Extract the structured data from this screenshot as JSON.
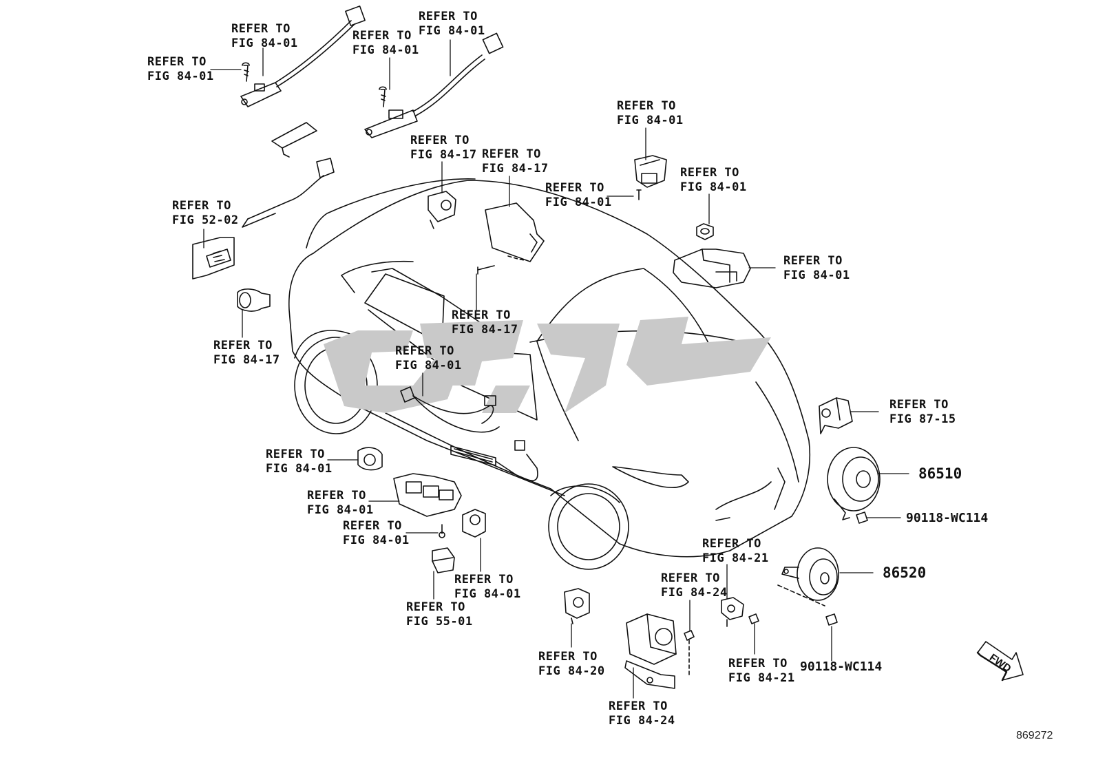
{
  "refs": [
    {
      "l1": "REFER TO",
      "l2": "FIG 84-01"
    },
    {
      "l1": "REFER TO",
      "l2": "FIG 84-01"
    },
    {
      "l1": "REFER TO",
      "l2": "FIG 84-01"
    },
    {
      "l1": "REFER TO",
      "l2": "FIG 84-01"
    },
    {
      "l1": "REFER TO",
      "l2": "FIG 84-17"
    },
    {
      "l1": "REFER TO",
      "l2": "FIG 84-17"
    },
    {
      "l1": "REFER TO",
      "l2": "FIG 84-01"
    },
    {
      "l1": "REFER TO",
      "l2": "FIG 84-01"
    },
    {
      "l1": "REFER TO",
      "l2": "FIG 84-01"
    },
    {
      "l1": "REFER TO",
      "l2": "FIG 52-02"
    },
    {
      "l1": "REFER TO",
      "l2": "FIG 84-01"
    },
    {
      "l1": "REFER TO",
      "l2": "FIG 84-17"
    },
    {
      "l1": "REFER TO",
      "l2": "FIG 84-17"
    },
    {
      "l1": "REFER TO",
      "l2": "FIG 84-01"
    },
    {
      "l1": "REFER TO",
      "l2": "FIG 87-15"
    },
    {
      "l1": "REFER TO",
      "l2": "FIG 84-01"
    },
    {
      "l1": "REFER TO",
      "l2": "FIG 84-01"
    },
    {
      "l1": "REFER TO",
      "l2": "FIG 84-01"
    },
    {
      "l1": "REFER TO",
      "l2": "FIG 84-21"
    },
    {
      "l1": "REFER TO",
      "l2": "FIG 84-01"
    },
    {
      "l1": "REFER TO",
      "l2": "FIG 55-01"
    },
    {
      "l1": "REFER TO",
      "l2": "FIG 84-24"
    },
    {
      "l1": "REFER TO",
      "l2": "FIG 84-20"
    },
    {
      "l1": "REFER TO",
      "l2": "FIG 84-21"
    },
    {
      "l1": "REFER TO",
      "l2": "FIG 84-24"
    }
  ],
  "part_numbers": {
    "horn_high": "86510",
    "horn_low": "86520",
    "bolt_upper": "90118-WC114",
    "bolt_lower": "90118-WC114"
  },
  "fwd_label": "FWD",
  "drawing_number": "869272"
}
